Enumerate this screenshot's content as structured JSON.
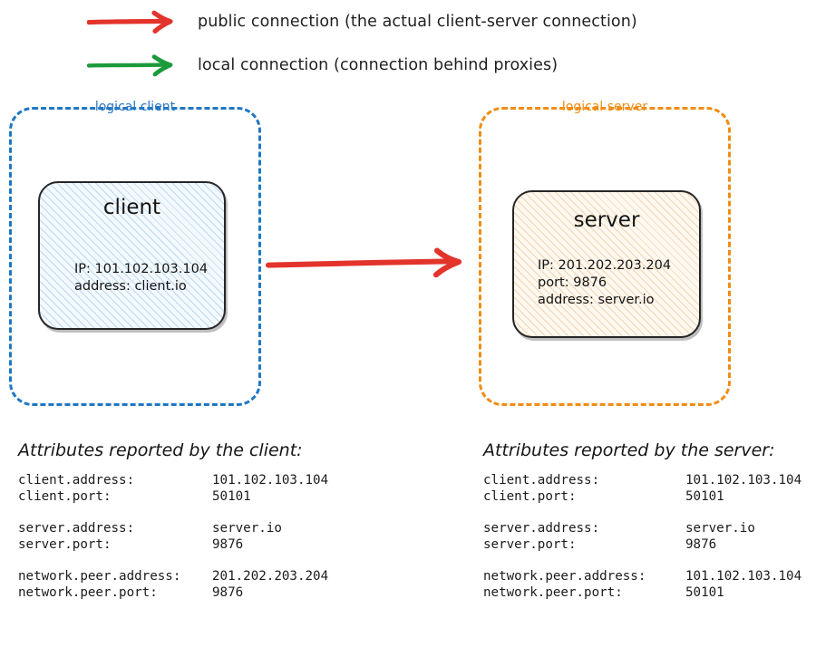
{
  "legend": {
    "items": [
      {
        "id": "public",
        "icon": "red-arrow-icon",
        "color": "#e3342c",
        "label": "public connection (the actual client-server connection)"
      },
      {
        "id": "local",
        "icon": "green-arrow-icon",
        "color": "#1d9a3b",
        "label": "local connection (connection behind proxies)"
      }
    ]
  },
  "diagram": {
    "connection_arrow": {
      "icon": "red-arrow-icon",
      "color": "#e3342c",
      "from": "client",
      "to": "server"
    },
    "client_group": {
      "label": "logical client",
      "border_color": "#1f77c4",
      "node": {
        "title": "client",
        "fill_color": "#f4f9fd",
        "hatch_color": "#8cbee8",
        "lines": [
          "IP: 101.102.103.104",
          "address: client.io"
        ]
      }
    },
    "server_group": {
      "label": "logical server",
      "border_color": "#f08c14",
      "node": {
        "title": "server",
        "fill_color": "#fdf8f0",
        "hatch_color": "#e8b26e",
        "lines": [
          "IP: 201.202.203.204",
          "port: 9876",
          "address: server.io"
        ]
      }
    }
  },
  "attributes": {
    "client_panel": {
      "heading": "Attributes reported by the client:",
      "groups": [
        {
          "rows": [
            {
              "key": "client.address:",
              "value": "101.102.103.104"
            },
            {
              "key": "client.port:",
              "value": "50101"
            }
          ]
        },
        {
          "rows": [
            {
              "key": "server.address:",
              "value": "server.io"
            },
            {
              "key": "server.port:",
              "value": "9876"
            }
          ]
        },
        {
          "rows": [
            {
              "key": "network.peer.address:",
              "value": "201.202.203.204"
            },
            {
              "key": "network.peer.port:",
              "value": "9876"
            }
          ]
        }
      ]
    },
    "server_panel": {
      "heading": "Attributes reported by the server:",
      "groups": [
        {
          "rows": [
            {
              "key": "client.address:",
              "value": "101.102.103.104"
            },
            {
              "key": "client.port:",
              "value": "50101"
            }
          ]
        },
        {
          "rows": [
            {
              "key": "server.address:",
              "value": "server.io"
            },
            {
              "key": "server.port:",
              "value": "9876"
            }
          ]
        },
        {
          "rows": [
            {
              "key": "network.peer.address:",
              "value": "101.102.103.104"
            },
            {
              "key": "network.peer.port:",
              "value": "50101"
            }
          ]
        }
      ]
    }
  }
}
